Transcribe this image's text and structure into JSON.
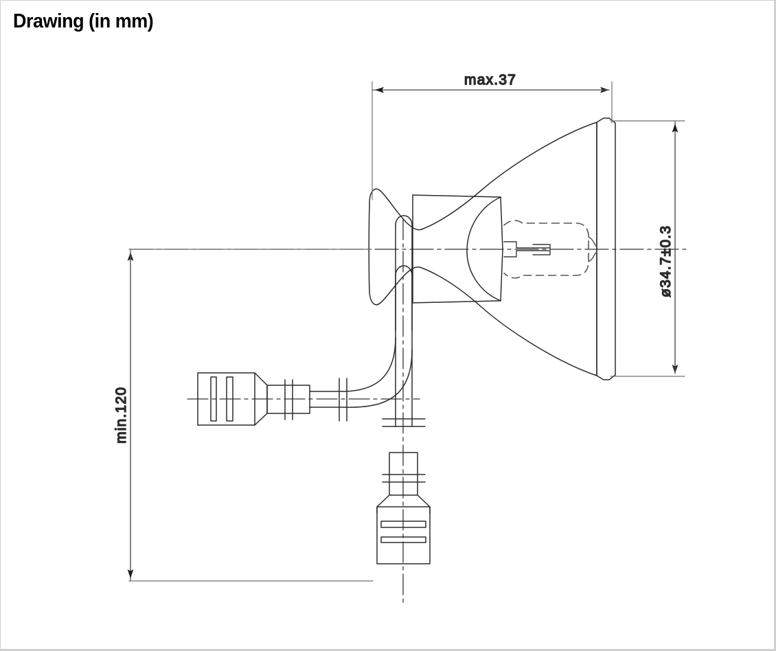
{
  "header": {
    "title": "Drawing (in mm)"
  },
  "drawing": {
    "units": "mm",
    "subject": "reflector-lamp-with-cable-and-connectors",
    "dimensions": {
      "length": {
        "label": "max.37",
        "orientation": "horizontal",
        "position": "top"
      },
      "diameter": {
        "label": "ø34.7±0.3",
        "orientation": "vertical-rotated",
        "position": "right"
      },
      "cable_length": {
        "label": "min.120",
        "orientation": "vertical-rotated",
        "position": "left"
      }
    },
    "colors": {
      "outline": "#2b2b2b",
      "hidden": "#555555",
      "dimension": "#444444",
      "centerline": "#333333",
      "background": "#ffffff",
      "border": "#d0d0d0"
    },
    "parts": [
      "front-lens",
      "parabolic-reflector",
      "halogen-capsule",
      "filament",
      "rear-neck",
      "cable",
      "left-connector",
      "bottom-connector"
    ]
  }
}
